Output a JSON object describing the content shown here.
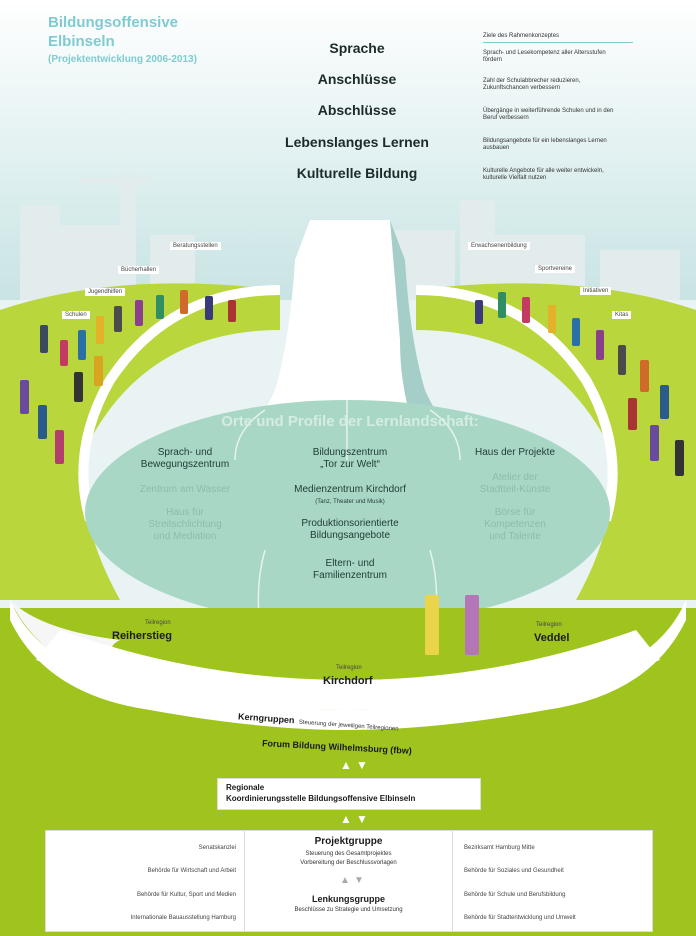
{
  "header": {
    "title_line1": "Bildungsoffensive",
    "title_line2": "Elbinseln",
    "subtitle": "(Projektentwicklung 2006-2013)"
  },
  "goals": {
    "heading": "Ziele des Rahmenkonzeptes",
    "items": [
      {
        "label": "Sprache",
        "desc": "Sprach- und Lesekompetenz aller Altersstufen fördern"
      },
      {
        "label": "Anschlüsse",
        "desc": "Zahl der Schulabbrecher reduzieren, Zukunftschancen verbessern"
      },
      {
        "label": "Abschlüsse",
        "desc": "Übergänge in weiterführende Schulen und in den Beruf verbessern"
      },
      {
        "label": "Lebenslanges Lernen",
        "desc": "Bildungsangebote für ein lebenslanges Lernen ausbauen"
      },
      {
        "label": "Kulturelle Bildung",
        "desc": "Kulturelle Angebote für alle weiter entwickeln, kulturelle Vielfalt nutzen"
      }
    ]
  },
  "left_labels": [
    "Beratungsstellen",
    "Bücherhallen",
    "Jugendhilfen",
    "Schulen"
  ],
  "right_labels": [
    "Erwachsenenbildung",
    "Sportvereine",
    "Initiativen",
    "Kitas"
  ],
  "landscape": {
    "title": "Orte und Profile der Lernlandschaft:",
    "left": [
      "Sprach- und",
      "Bewegungszentrum",
      "Zentrum am Wasser",
      "Haus für",
      "Streitschlichtung",
      "und Mediation"
    ],
    "center": [
      "Bildungszentrum",
      "„Tor zur Welt“",
      "Medienzentrum Kirchdorf",
      "(Tanz, Theater und Musik)",
      "Produktionsorientierte",
      "Bildungsangebote",
      "Eltern- und",
      "Familienzentrum"
    ],
    "right": [
      "Haus der Projekte",
      "Atelier der",
      "Stadtteil-Künste",
      "Börse für",
      "Kompetenzen",
      "und Talente"
    ]
  },
  "regions": {
    "prefix": "Teilregion",
    "left": "Reiherstieg",
    "center": "Kirchdorf",
    "right": "Veddel"
  },
  "kerngruppen": {
    "label": "Kerngruppen",
    "desc": "Steuerung der jeweiligen Teilregionen"
  },
  "forum": "Forum Bildung Wilhelmsburg (fbw)",
  "regionale": {
    "line1": "Regionale",
    "line2": "Koordinierungsstelle Bildungsoffensive Elbinseln"
  },
  "bottom": {
    "left": [
      "Senatskanzlei",
      "Behörde für Wirtschaft und Arbeit",
      "Behörde für Kultur, Sport und Medien",
      "Internationale Bauausstellung Hamburg"
    ],
    "right": [
      "Bezirksamt Hamburg Mitte",
      "Behörde für Soziales und Gesundheit",
      "Behörde für Schule und Berufsbildung",
      "Behörde für Stadtentwicklung und Umwelt"
    ],
    "projekt_title": "Projektgruppe",
    "projekt_desc1": "Steuerung des Gesamtprojektes",
    "projekt_desc2": "Vorbereitung der Beschlussvorlagen",
    "lenkung_title": "Lenkungsgruppe",
    "lenkung_desc": "Beschlüsse zu Strategie und Umsetzung"
  },
  "colors": {
    "green": "#a0c41e",
    "ellipse": "#a9d7c6",
    "brand": "#7fcbd1"
  }
}
